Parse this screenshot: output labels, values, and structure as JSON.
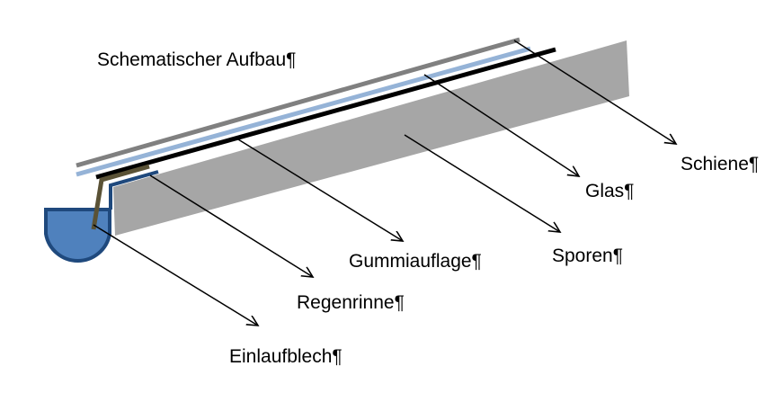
{
  "title": "Schematischer Aufbau¶",
  "labels": {
    "schiene": "Schiene¶",
    "glas": "Glas¶",
    "sporen": "Sporen¶",
    "gummiauflage": "Gummiauflage¶",
    "regenrinne": "Regenrinne¶",
    "einlaufblech": "Einlaufblech¶"
  },
  "colors": {
    "sporen": "#a6a6a6",
    "schiene": "#808080",
    "glas": "#95b3d7",
    "gummiauflage": "#000000",
    "einlaufblech": "#5a5236",
    "regenrinne_fill": "#4f81bd",
    "regenrinne_stroke": "#1f497d"
  }
}
